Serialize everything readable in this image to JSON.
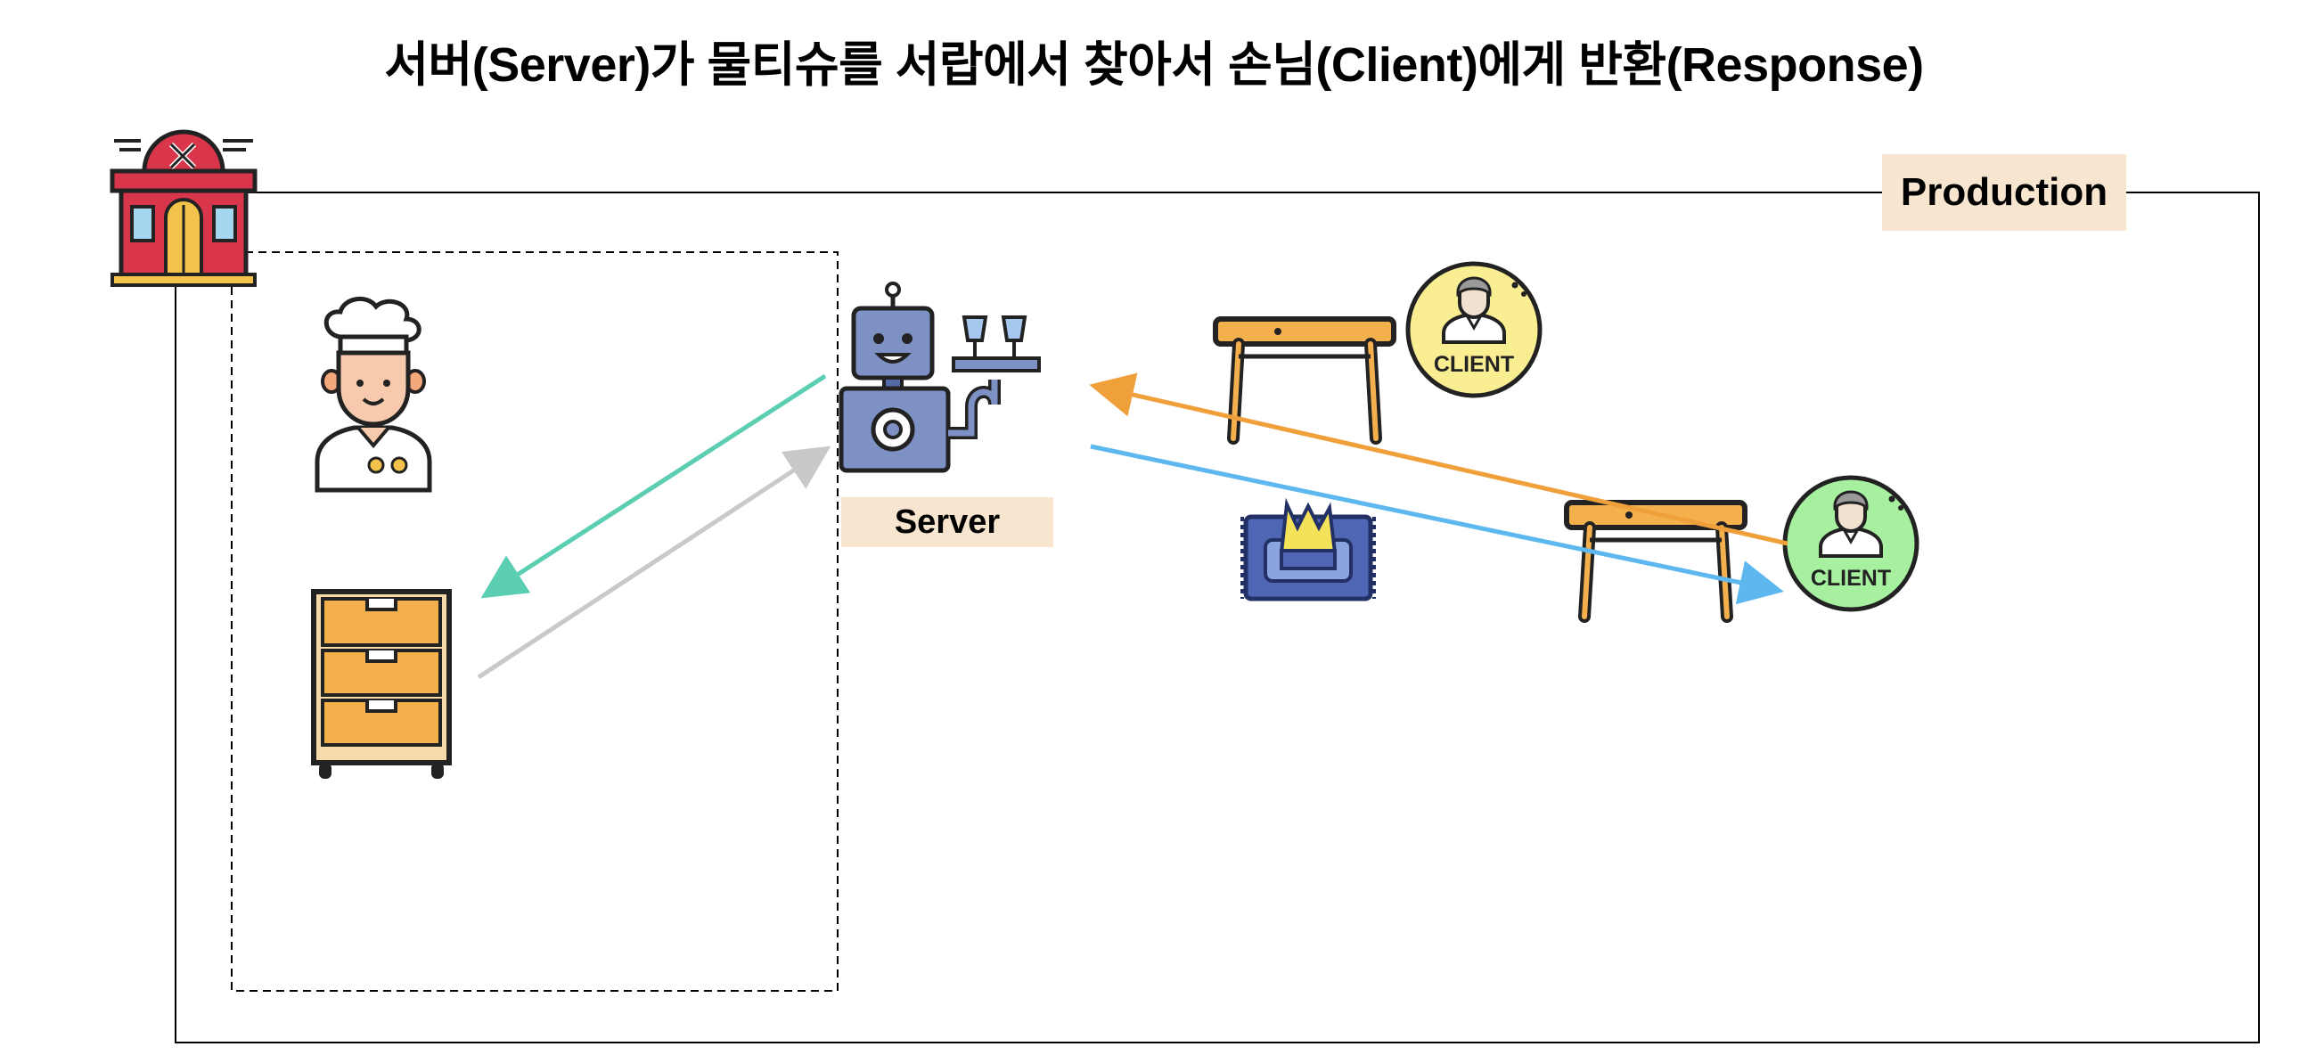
{
  "title": "서버(Server)가 물티슈를 서랍에서 찾아서 손님(Client)에게 반환(Response)",
  "production": {
    "label": "Production"
  },
  "server": {
    "label": "Server"
  },
  "clients": [
    {
      "label": "CLIENT",
      "color": "#f9ee92"
    },
    {
      "label": "CLIENT",
      "color": "#a6f0a0"
    }
  ],
  "icons": [
    "restaurant-icon",
    "chef-icon",
    "drawer-cabinet-icon",
    "robot-server-icon",
    "wet-tissue-icon",
    "table-icon",
    "client-icon"
  ],
  "arrow_colors": {
    "server_to_drawer": "#5ccfb3",
    "drawer_to_server": "#c9c9c9",
    "client_to_server": "#f0a03a",
    "server_to_client": "#5cb8ee"
  }
}
